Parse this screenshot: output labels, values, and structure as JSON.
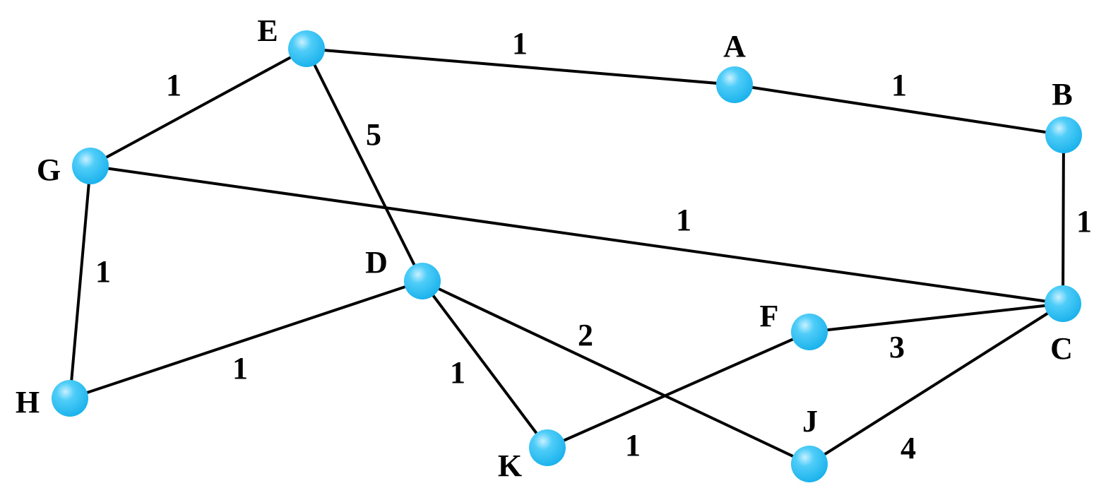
{
  "graph": {
    "node_color": "#1ab2ec",
    "node_highlight": "#c8f0ff",
    "edge_color": "#000000",
    "nodes": [
      {
        "id": "A",
        "label": "A"
      },
      {
        "id": "B",
        "label": "B"
      },
      {
        "id": "C",
        "label": "C"
      },
      {
        "id": "D",
        "label": "D"
      },
      {
        "id": "E",
        "label": "E"
      },
      {
        "id": "F",
        "label": "F"
      },
      {
        "id": "G",
        "label": "G"
      },
      {
        "id": "H",
        "label": "H"
      },
      {
        "id": "J",
        "label": "J"
      },
      {
        "id": "K",
        "label": "K"
      }
    ],
    "edges": [
      {
        "from": "E",
        "to": "A",
        "weight": "1"
      },
      {
        "from": "A",
        "to": "B",
        "weight": "1"
      },
      {
        "from": "B",
        "to": "C",
        "weight": "1"
      },
      {
        "from": "E",
        "to": "G",
        "weight": "1"
      },
      {
        "from": "E",
        "to": "D",
        "weight": "5"
      },
      {
        "from": "G",
        "to": "C",
        "weight": "1"
      },
      {
        "from": "G",
        "to": "H",
        "weight": "1"
      },
      {
        "from": "H",
        "to": "D",
        "weight": "1"
      },
      {
        "from": "D",
        "to": "K",
        "weight": "1"
      },
      {
        "from": "D",
        "to": "J",
        "weight": "2"
      },
      {
        "from": "F",
        "to": "C",
        "weight": "3"
      },
      {
        "from": "K",
        "to": "F",
        "weight": "1"
      },
      {
        "from": "J",
        "to": "C",
        "weight": "4"
      }
    ]
  }
}
